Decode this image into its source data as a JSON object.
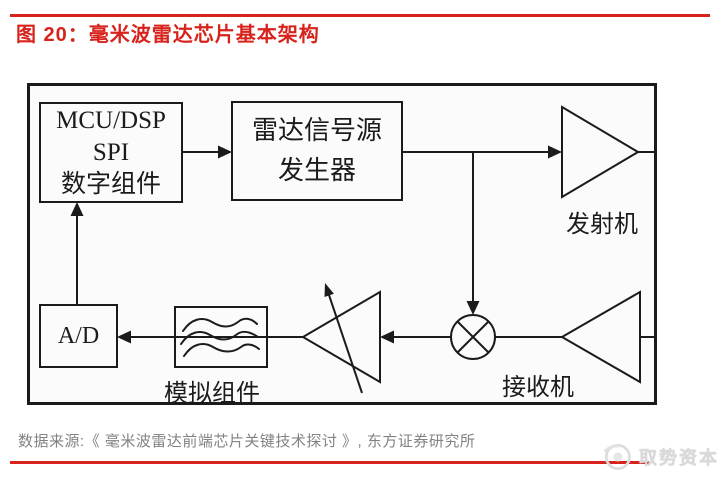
{
  "header": {
    "title": "图 20：毫米波雷达芯片基本架构"
  },
  "diagram": {
    "mcu_box": {
      "line1": "MCU/DSP",
      "line2": "SPI",
      "line3": "数字组件"
    },
    "signal_box": {
      "line1": "雷达信号源",
      "line2": "发生器"
    },
    "adc_box": {
      "label": "A/D"
    },
    "transmitter_label": "发射机",
    "receiver_label": "接收机",
    "analog_label": "模拟组件",
    "symbols": [
      "transmitter-amplifier-triangle",
      "receiver-amplifier-triangle",
      "variable-gain-amplifier",
      "mixer-circle-x",
      "filter-wavy-lines"
    ],
    "connections": [
      "MCU/DSP数字组件 → 雷达信号源发生器",
      "雷达信号源发生器 → 发射机",
      "雷达信号源发生器 → 混频器",
      "接收机 → 混频器",
      "混频器 → 可变增益放大器",
      "可变增益放大器 → 滤波器(模拟组件)",
      "滤波器 → A/D",
      "A/D → MCU/DSP数字组件"
    ]
  },
  "footer": {
    "source": "数据来源:《 毫米波雷达前端芯片关键技术探讨 》, 东方证券研究所",
    "watermark": "取势资本"
  },
  "colors": {
    "accent_red": "#d7231c",
    "line_color": "#1b1b1b",
    "source_gray": "#828282",
    "watermark_gray": "#d9d9d9",
    "diagram_bg": "#fbfbfb"
  }
}
